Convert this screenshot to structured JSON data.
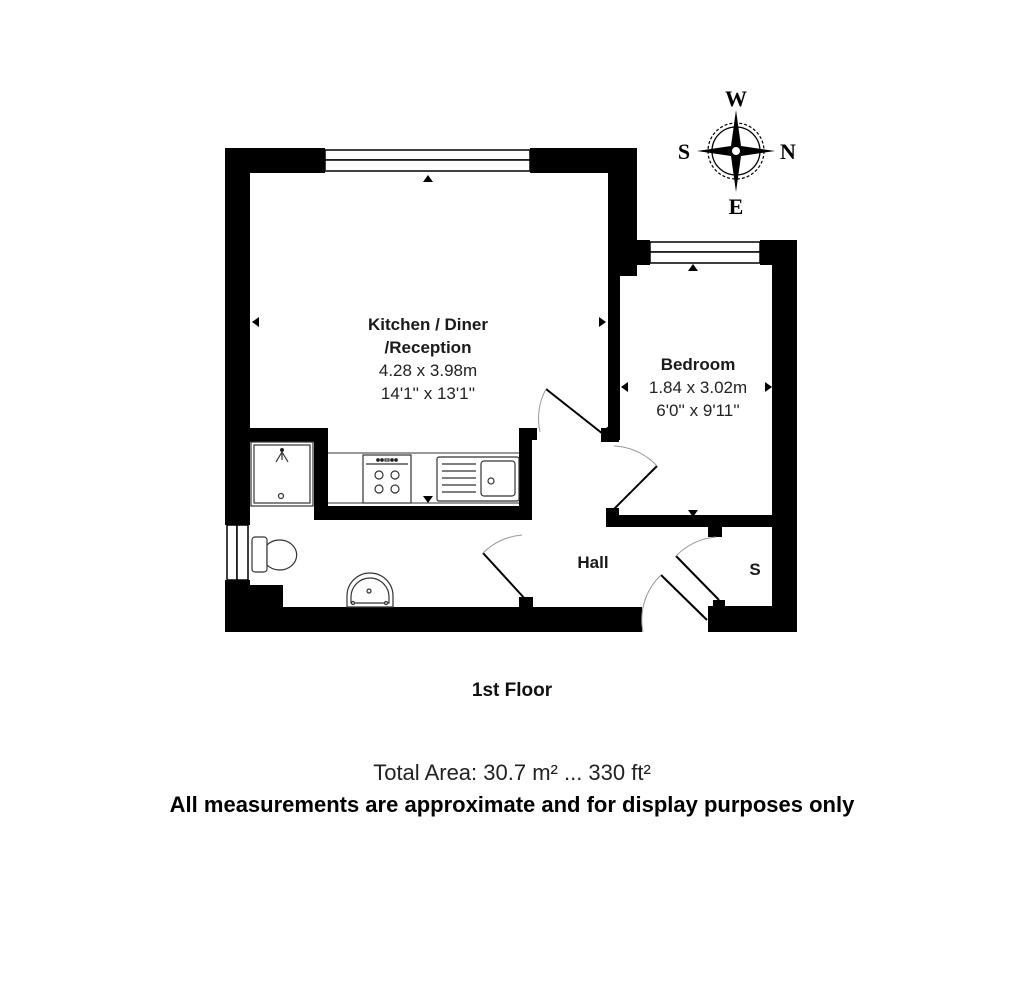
{
  "plan": {
    "floor_label": "1st Floor",
    "total_area": "Total Area: 30.7 m² ... 330 ft²",
    "disclaimer": "All measurements are approximate and for display purposes only"
  },
  "compass": {
    "top": "W",
    "left": "S",
    "right": "N",
    "bottom": "E"
  },
  "rooms": [
    {
      "name_line1": "Kitchen / Diner",
      "name_line2": "/Reception",
      "metric": "4.28 x 3.98m",
      "imperial": "14'1'' x 13'1''"
    },
    {
      "name": "Bedroom",
      "metric": "1.84 x 3.02m",
      "imperial": "6'0'' x 9'11''"
    },
    {
      "name": "Hall"
    },
    {
      "name": "S"
    }
  ],
  "colors": {
    "wall": "#000000",
    "background": "#ffffff",
    "fixture_line": "#333333",
    "door_arc": "#999999"
  }
}
